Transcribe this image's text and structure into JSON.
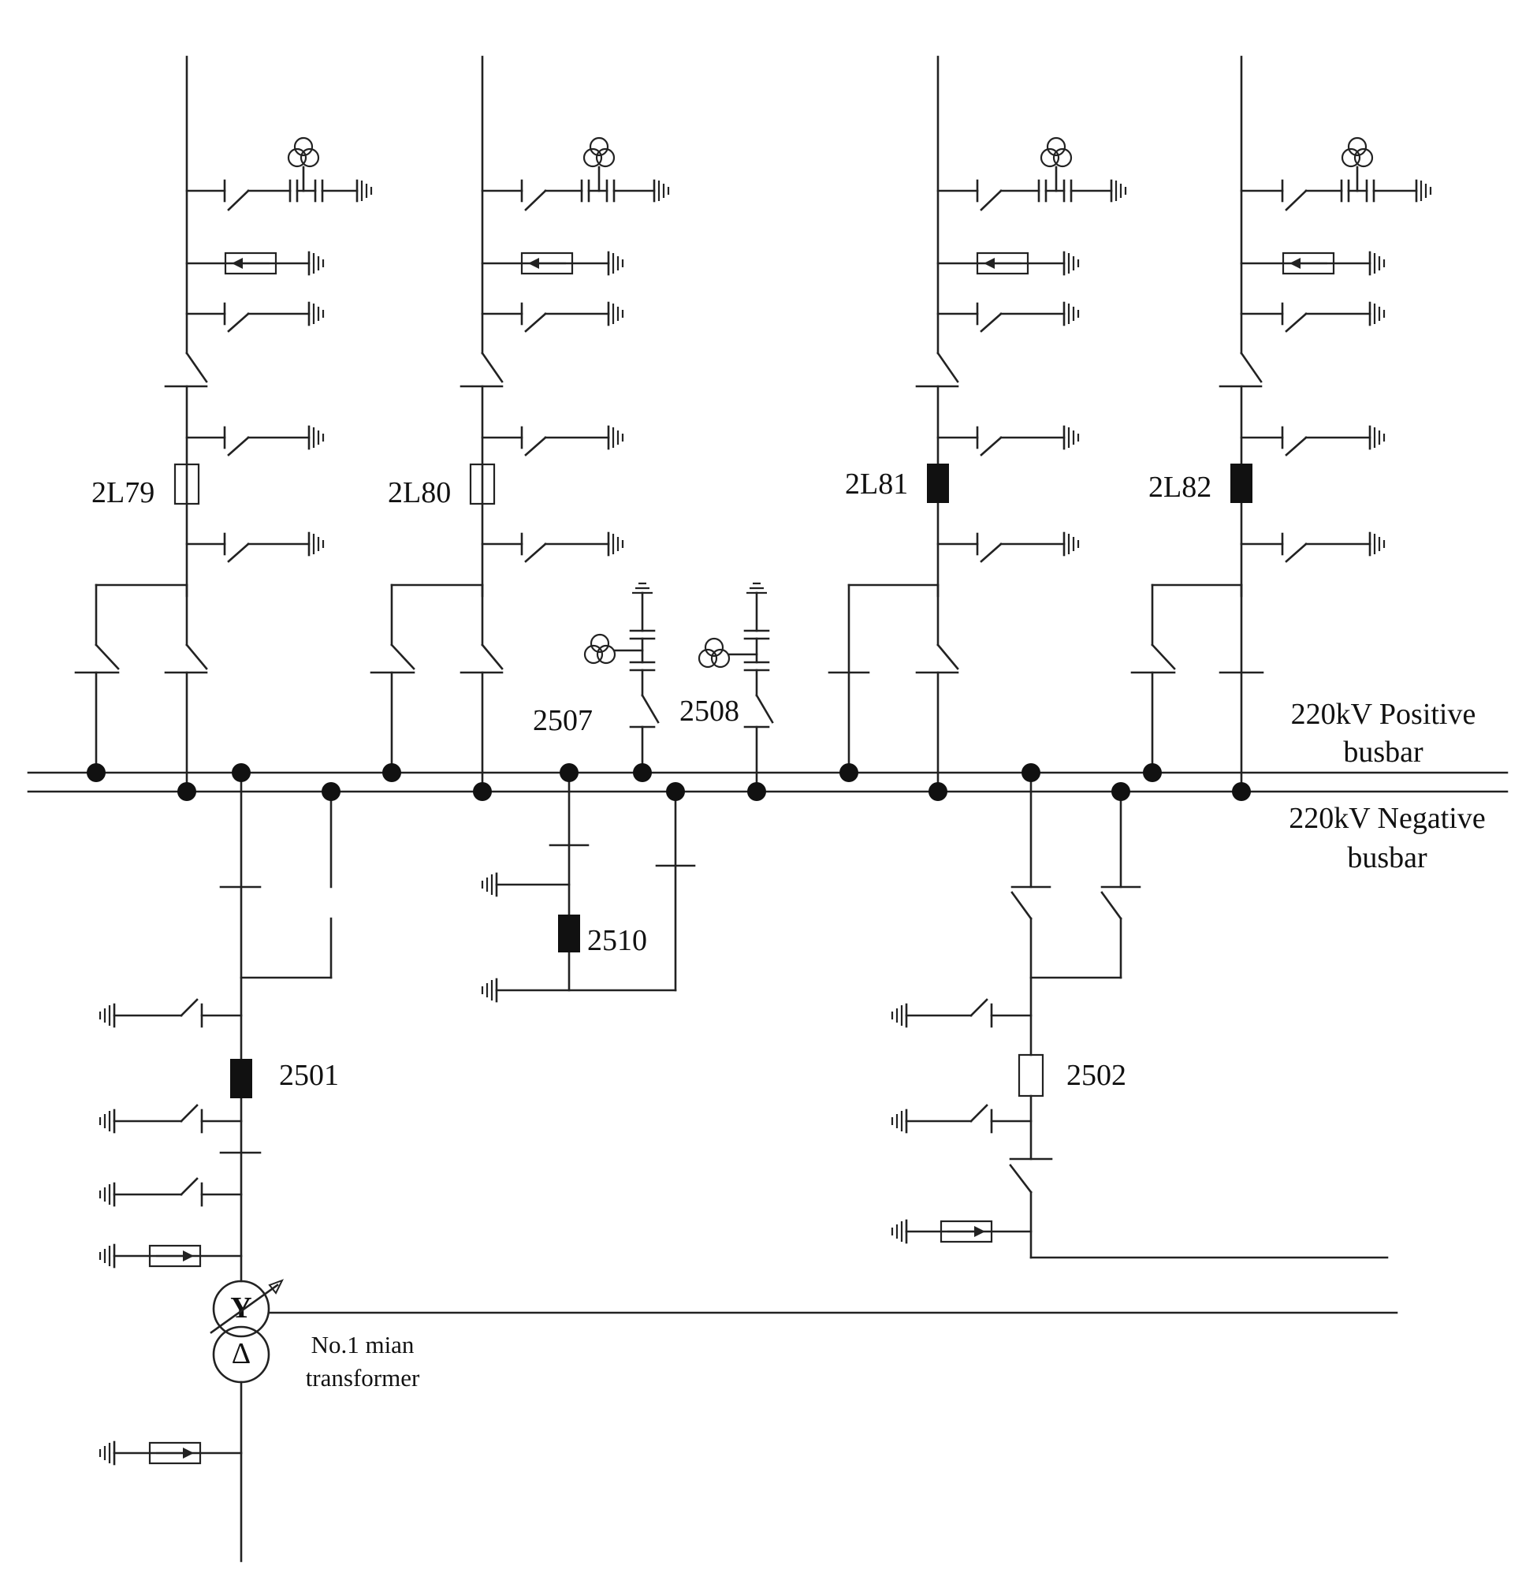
{
  "labels": {
    "bay_2L79": "2L79",
    "bay_2L80": "2L80",
    "bay_2L81": "2L81",
    "bay_2L82": "2L82",
    "pt_2507": "2507",
    "pt_2508": "2508",
    "coupler_2510": "2510",
    "bay_2501": "2501",
    "bay_2502": "2502",
    "positive_busbar": [
      "220kV Positive",
      "busbar"
    ],
    "negative_busbar": [
      "220kV Negative",
      "busbar"
    ],
    "main_transformer": [
      "No.1 mian",
      "transformer"
    ]
  },
  "breaker_states": {
    "2L79": "open",
    "2L80": "open",
    "2L81": "closed",
    "2L82": "closed",
    "2510": "closed",
    "2501": "closed",
    "2502": "open"
  },
  "colors": {
    "line": "#222222",
    "closed_breaker": "#111111",
    "open_breaker": "#ffffff"
  }
}
